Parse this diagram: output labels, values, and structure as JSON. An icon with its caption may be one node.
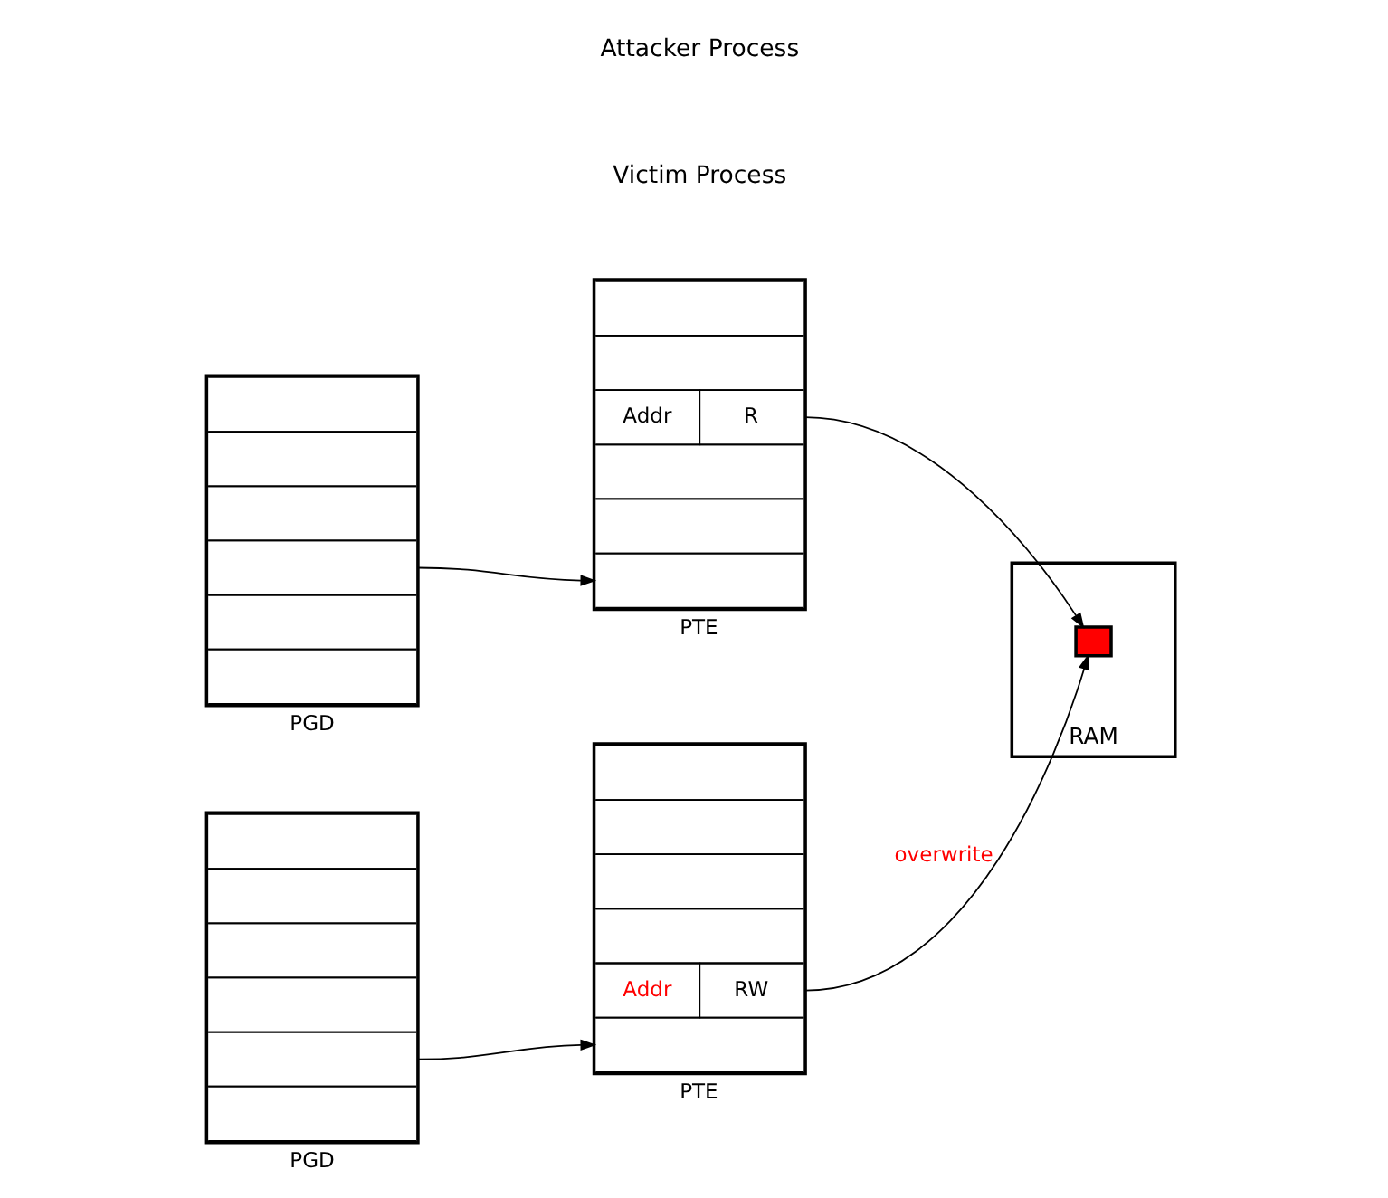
{
  "diagram": {
    "nodes": [
      {
        "text": [],
        "shape": "box",
        "beside": [
          "PGD"
        ]
      },
      {
        "text": [
          "Addr",
          "R"
        ],
        "beside": [
          "PTE"
        ]
      },
      {
        "text": [],
        "shape": "box",
        "beside": [
          "RAM"
        ]
      },
      {
        "text": [],
        "shape": "box",
        "in": 2
      },
      {
        "text": [],
        "shape": "box",
        "beside": [
          "PGD"
        ]
      },
      {
        "text": [
          "Addr",
          "RW"
        ],
        "beside": [
          "PTE"
        ]
      }
    ],
    "edges": [
      {
        "from": 0,
        "to": 1,
        "arrow": "to"
      },
      {
        "from": 1,
        "to": 3,
        "arrow": "to"
      },
      {
        "from": 4,
        "to": 5,
        "arrow": "to"
      },
      {
        "from": 5,
        "to": 3,
        "arrow": "to",
        "label": "overwrite"
      }
    ],
    "labels": [
      "Victim Process",
      "Attacker Process"
    ]
  }
}
